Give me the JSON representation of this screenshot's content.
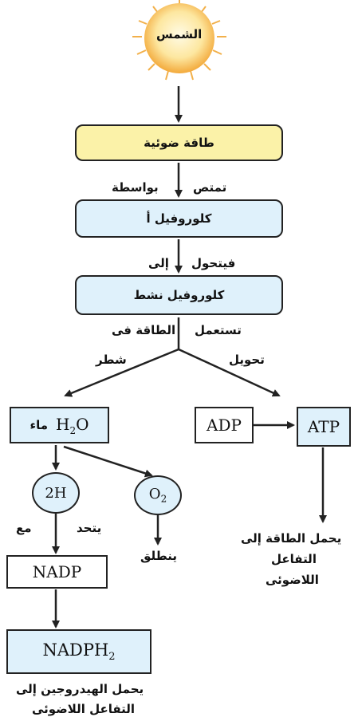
{
  "sun": {
    "label": "الشمس"
  },
  "nodes": {
    "light_energy": "طاقة ضوئية",
    "chlorophyll_a": "كلوروفيل أ",
    "active_chlorophyll": "كلوروفيل نشط",
    "water_ar": "ماء",
    "water_formula": "H",
    "water_sub": "2",
    "water_o": "O",
    "adp": "ADP",
    "atp": "ATP",
    "two_h": "2H",
    "o2": "O",
    "o2_sub": "2",
    "nadp": "NADP",
    "nadph": "NADPH",
    "nadph_sub": "2"
  },
  "edges": {
    "absorbs": "تمتص",
    "by_means": "بواسطة",
    "transforms": "فيتحول",
    "to": "إلى",
    "uses": "تستعمل",
    "energy_in": "الطاقة فى",
    "split": "شطر",
    "convert": "تحويل",
    "combines": "يتحد",
    "with": "مع",
    "released": "ينطلق"
  },
  "notes": {
    "atp_line1": "يحمل الطاقة إلى",
    "atp_line2": "التفاعل",
    "atp_line3": "اللاضوئى",
    "nadph_line1": "يحمل الهيدروجين إلى",
    "nadph_line2": "التفاعل اللاضوئى"
  },
  "colors": {
    "sun_core": "#fff6c8",
    "sun_edge": "#f5b342",
    "ray": "#f2b04a",
    "yellow_box": "#fbf2a8",
    "blue_box": "#dff1fb",
    "stroke": "#222222"
  }
}
